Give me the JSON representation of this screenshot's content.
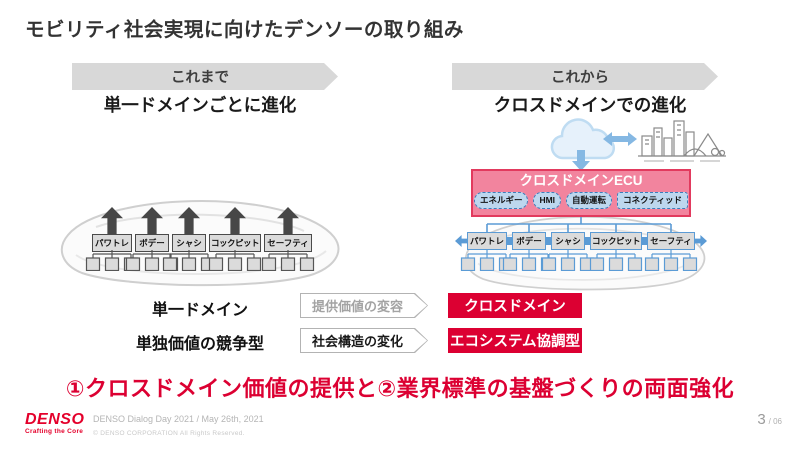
{
  "slide": {
    "title": "モビリティ社会実現に向けたデンソーの取り組み",
    "statement": "①クロスドメイン価値の提供と②業界標準の基盤づくりの両面強化"
  },
  "left_panel": {
    "banner": "これまで",
    "heading": "単一ドメインごとに進化",
    "domains": [
      "パワトレ",
      "ボデー",
      "シャシ",
      "コックピット",
      "セーフティ"
    ],
    "label_domain": "単一ドメイン",
    "label_model": "単独価値の競争型"
  },
  "right_panel": {
    "banner": "これから",
    "heading": "クロスドメインでの進化",
    "ecu_title": "クロスドメインECU",
    "ecu_modules": [
      "エネルギー",
      "HMI",
      "自動運転",
      "コネクティッド"
    ],
    "domains": [
      "パワトレ",
      "ボデー",
      "シャシ",
      "コックピット",
      "セーフティ"
    ],
    "label_domain": "クロスドメイン",
    "label_model": "エコシステム協調型"
  },
  "transitions": {
    "row1": "提供価値の変容",
    "row2": "社会構造の変化"
  },
  "icons": {
    "cloud": "cloud-icon",
    "city": "cityscape-icon",
    "cloud_city_link": "left-right-arrow-icon",
    "cloud_to_ecu": "down-arrow-icon",
    "domain_growth": "up-arrow-icon"
  },
  "colors": {
    "denso_red": "#dc0032",
    "ecu_pink": "#f2849e",
    "ecu_border": "#e23a5e",
    "accent_blue": "#5b9bd5",
    "module_blue": "#bdd7ee",
    "box_gray": "#dbdbdb",
    "banner_gray": "#d8d8d8"
  },
  "footer": {
    "logo": "DENSO",
    "logo_tagline": "Crafting the Core",
    "event": "DENSO Dialog Day 2021 / May 26th, 2021",
    "copyright": "© DENSO CORPORATION  All Rights Reserved.",
    "page": "3",
    "page_total": "/ 06"
  }
}
